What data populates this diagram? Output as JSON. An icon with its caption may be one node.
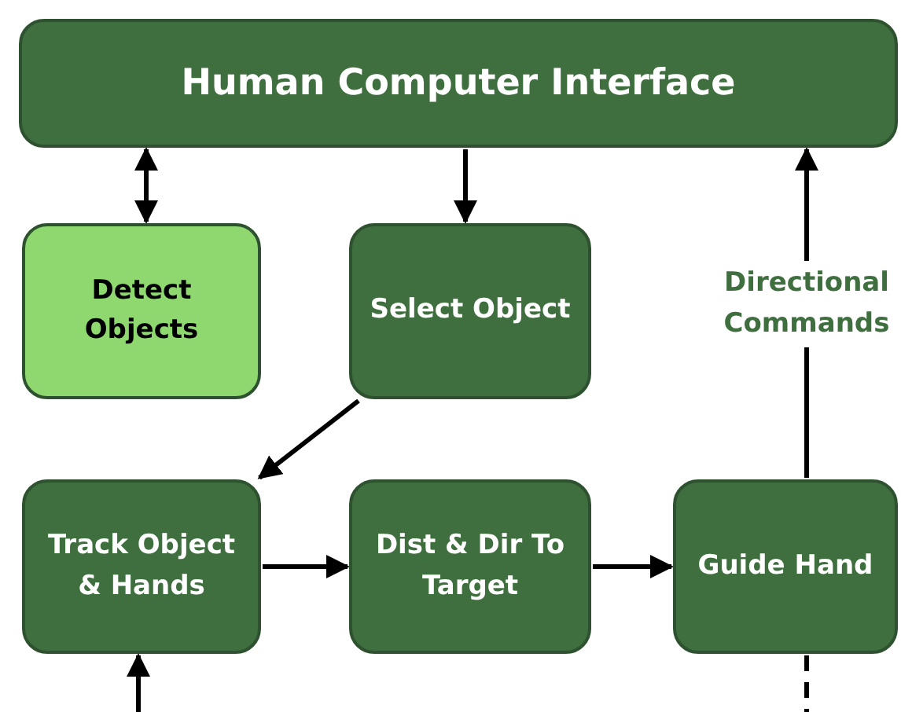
{
  "diagram": {
    "nodes": [
      {
        "text": [
          "Human Computer Interface"
        ]
      },
      {
        "text": [
          "Detect Objects"
        ]
      },
      {
        "text": [
          "Select Object"
        ]
      },
      {
        "text": [
          "Track Object & Hands"
        ]
      },
      {
        "text": [
          "Dist & Dir To Target"
        ]
      },
      {
        "text": [
          "Guide Hand"
        ]
      }
    ],
    "edges": [
      {
        "from": 0,
        "to": 1,
        "arrow": "both"
      },
      {
        "from": 0,
        "to": 2,
        "arrow": "to"
      },
      {
        "from": 2,
        "to": 3,
        "arrow": "to"
      },
      {
        "from": 3,
        "to": 4,
        "arrow": "to"
      },
      {
        "from": 4,
        "to": 5,
        "arrow": "to"
      },
      {
        "from": 5,
        "to": 0,
        "arrow": "to",
        "label": "Directional Commands"
      },
      {
        "from": null,
        "to": 3,
        "arrow": "to"
      },
      {
        "from": 5,
        "to": null,
        "arrow": "none",
        "style": "dashed"
      }
    ]
  }
}
